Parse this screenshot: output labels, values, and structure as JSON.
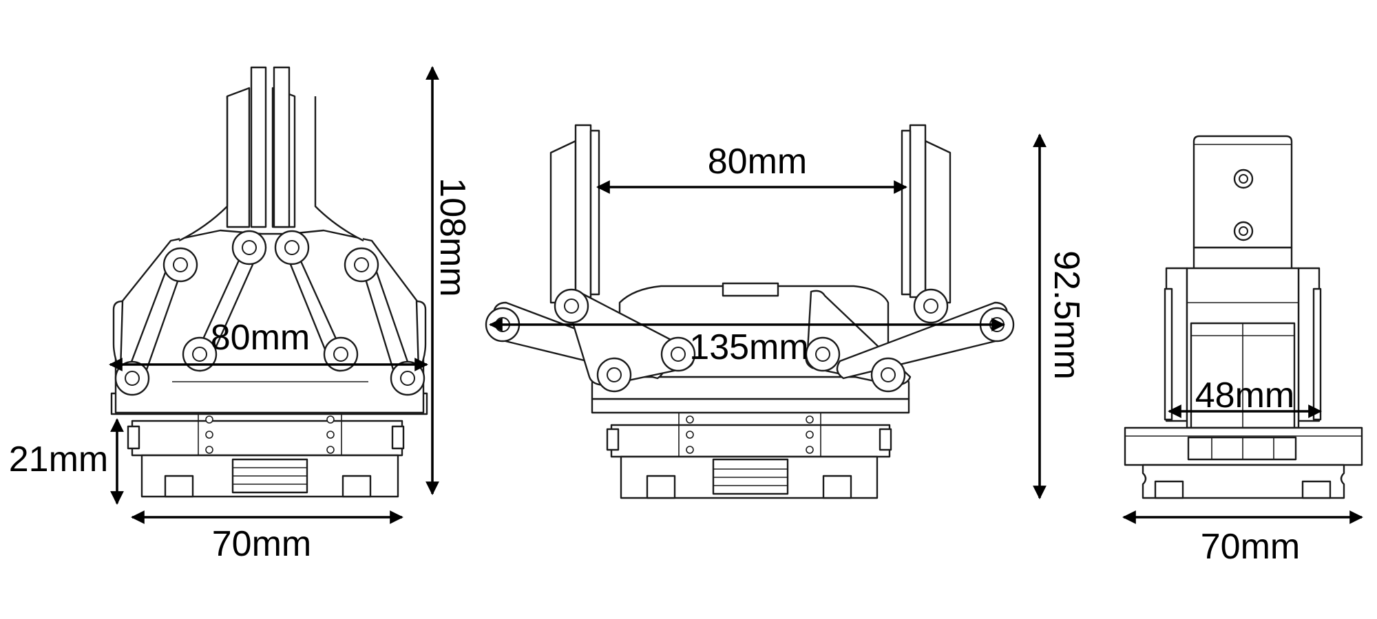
{
  "views": [
    {
      "name": "front-view-closed",
      "dimensions": {
        "height": "108mm",
        "grip_width": "80mm",
        "base_height": "21mm",
        "base_width": "70mm"
      }
    },
    {
      "name": "front-view-open",
      "dimensions": {
        "finger_gap": "80mm",
        "span": "135mm",
        "height": "92.5mm"
      }
    },
    {
      "name": "side-view",
      "dimensions": {
        "inner_width": "48mm",
        "base_width": "70mm"
      }
    }
  ],
  "colors": {
    "line": "#1a1a1a",
    "dimension": "#000000",
    "background": "#ffffff"
  }
}
